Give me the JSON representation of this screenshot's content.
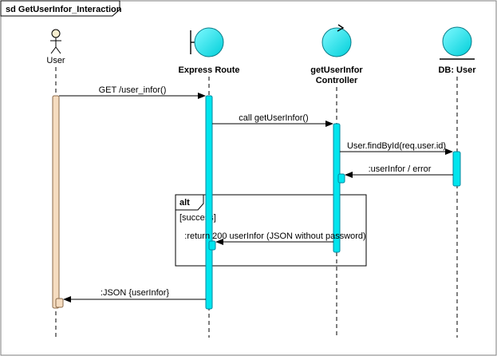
{
  "frame": {
    "title": "sd GetUserInfor_Interaction"
  },
  "lifelines": {
    "user": {
      "label": "User",
      "kind": "actor"
    },
    "route": {
      "label": "Express Route",
      "kind": "boundary"
    },
    "controller": {
      "label_line1": "getUserInfor",
      "label_line2": "Controller",
      "kind": "control"
    },
    "db": {
      "label": "DB: User",
      "kind": "entity"
    }
  },
  "messages": [
    {
      "text": "GET /user_infor()"
    },
    {
      "text": "call getUserInfor()"
    },
    {
      "text": "User.findById(req.user.id)"
    },
    {
      "text": ":userInfor / error"
    },
    {
      "text": ":return 200 userInfor (JSON without password)"
    },
    {
      "text": ":JSON {userInfor}"
    }
  ],
  "fragment": {
    "operator": "alt",
    "guard": "[success]"
  },
  "colors": {
    "frame_border": "#7f7f7f",
    "lifeline": "#000000",
    "actor_activation_fill": "#f5dcc0",
    "actor_activation_stroke": "#8a6a4a",
    "cyan_fill": "#00e5ee",
    "cyan_stroke": "#0088a0",
    "fragment_tab_fill": "#ffffff"
  }
}
